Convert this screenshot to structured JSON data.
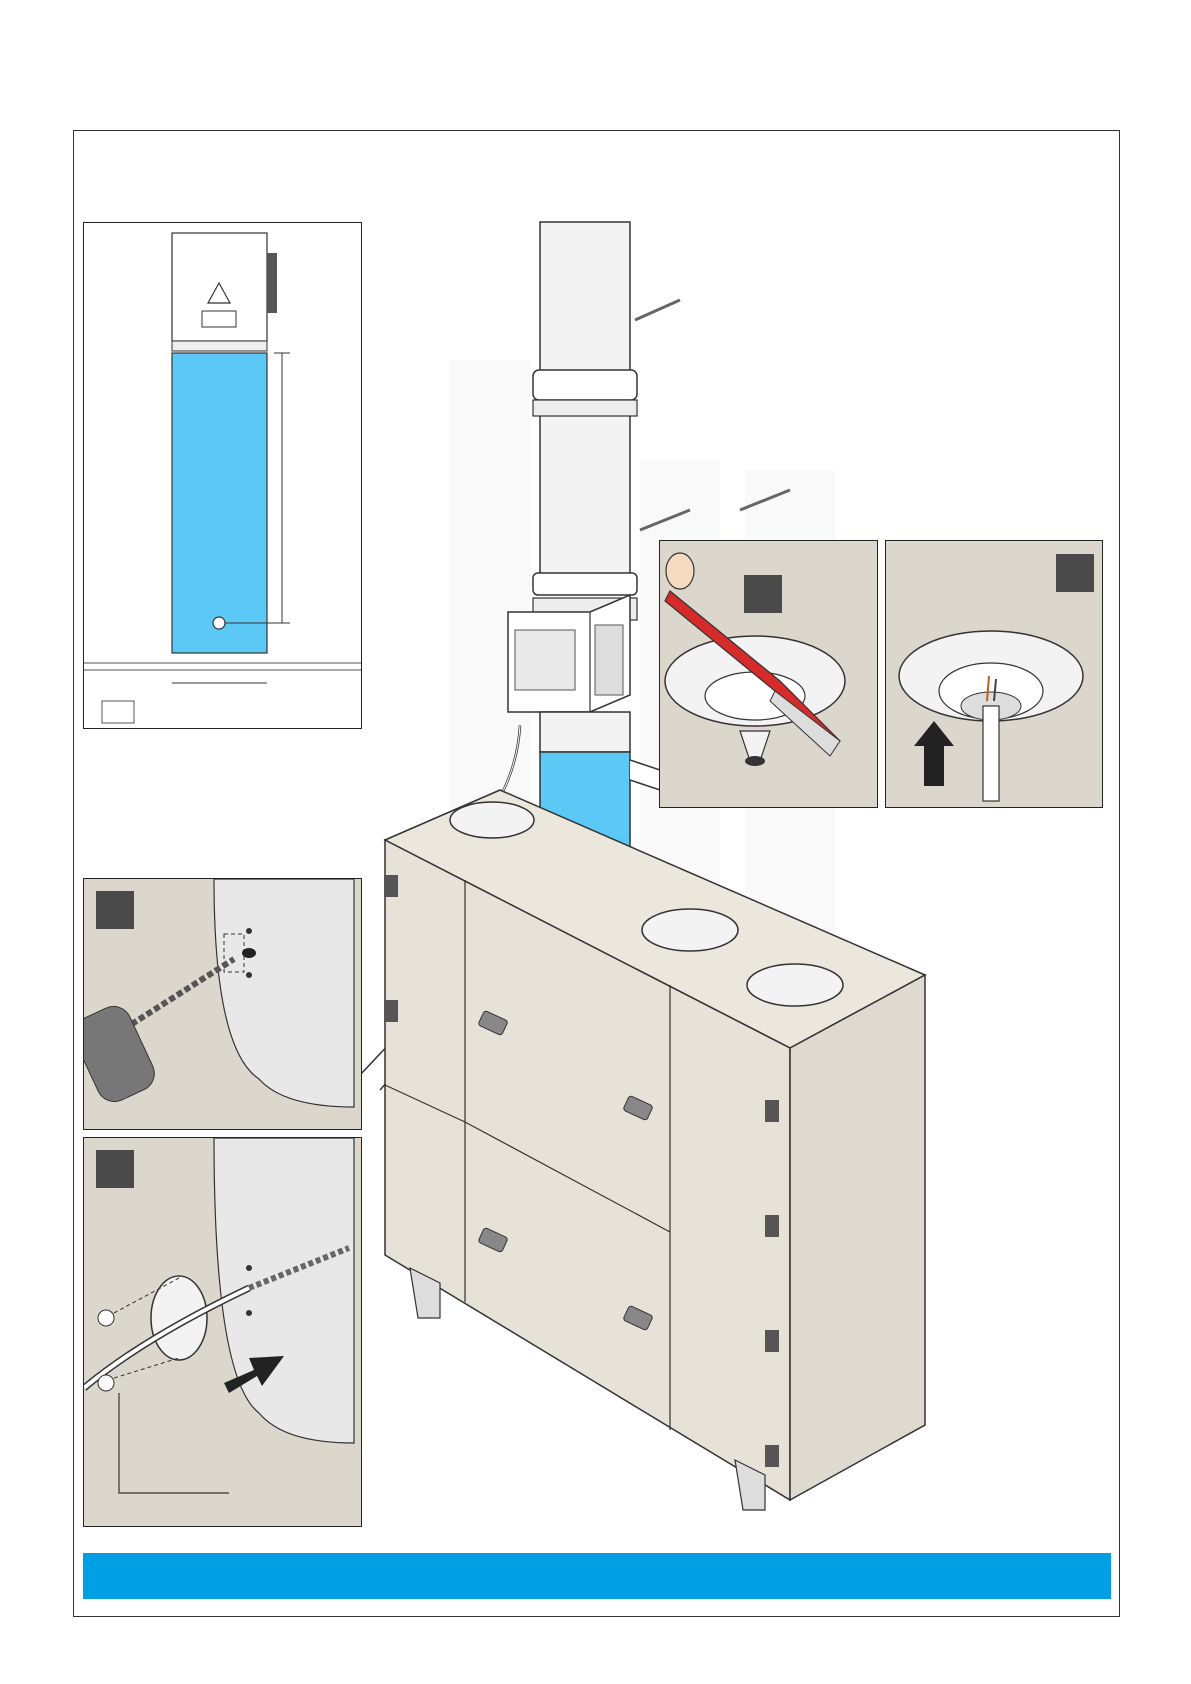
{
  "figure": {
    "layout": "installation-illustration",
    "colors": {
      "accent_blue": "#009fe3",
      "highlight_blue": "#5bc8f5",
      "panel_beige": "#dcd7cc",
      "unit_beige": "#e6e2d7",
      "badge_gray": "#4a4a4a",
      "knife_red": "#d62b2b"
    },
    "panels": [
      {
        "id": "elevation-view",
        "badge": ""
      },
      {
        "id": "cut-grommet",
        "badge": ""
      },
      {
        "id": "insert-cable",
        "badge": ""
      },
      {
        "id": "drill-hole",
        "badge": ""
      },
      {
        "id": "mount-grommet",
        "badge": ""
      }
    ],
    "icons": [
      "warning-triangle-icon",
      "arrow-up-icon",
      "arrow-right-icon"
    ],
    "footer_bar": {
      "text": ""
    }
  }
}
